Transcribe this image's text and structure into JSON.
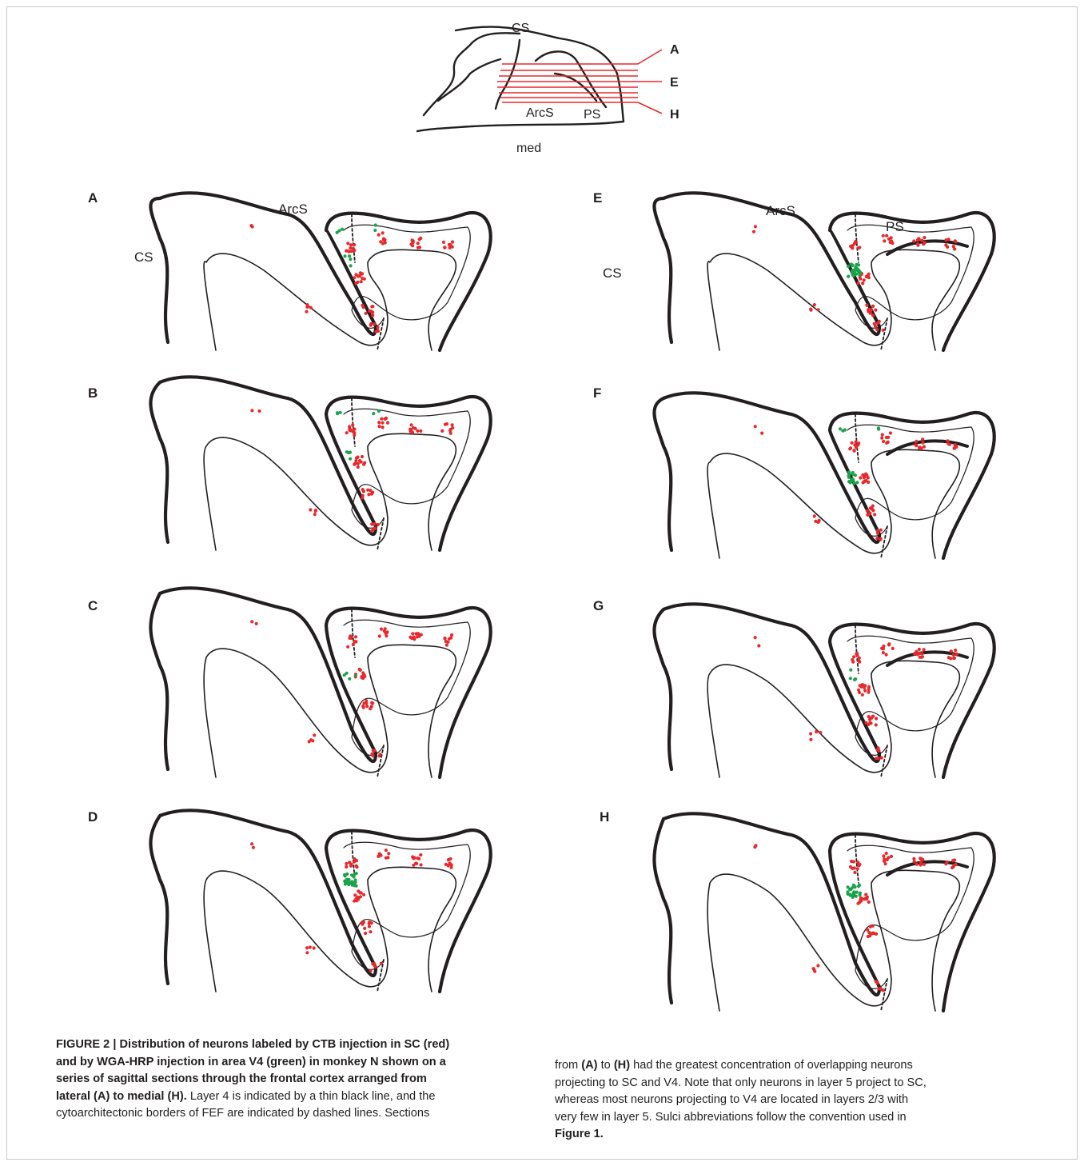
{
  "overview": {
    "labels": {
      "cs": "CS",
      "arcs": "ArcS",
      "ps": "PS",
      "med": "med"
    },
    "section_markers": [
      "A",
      "E",
      "H"
    ]
  },
  "panels": [
    {
      "letter": "A",
      "labels": [
        "ArcS",
        "CS"
      ]
    },
    {
      "letter": "B",
      "labels": []
    },
    {
      "letter": "C",
      "labels": []
    },
    {
      "letter": "D",
      "labels": []
    },
    {
      "letter": "E",
      "labels": [
        "ArcS",
        "PS",
        "CS"
      ]
    },
    {
      "letter": "F",
      "labels": []
    },
    {
      "letter": "G",
      "labels": []
    },
    {
      "letter": "H",
      "labels": []
    }
  ],
  "colors": {
    "sc_label": "#e8282b",
    "v4_label": "#1aa34a",
    "outline": "#231f20",
    "section_line": "#e8282b"
  },
  "caption": {
    "figure_label": "FIGURE 2 |",
    "bold_lines": [
      "Distribution of neurons labeled by CTB injection in SC (red)",
      "and by WGA-HRP injection in area V4 (green) in monkey N shown on a",
      "series of sagittal sections through the frontal cortex arranged from",
      "lateral (A) to medial (H)."
    ],
    "text_line4_rest": "Layer 4 is indicated by a thin black line, and the",
    "text_line5": "cytoarchitectonic borders of FEF are indicated by dashed lines. Sections",
    "right": {
      "from": "from",
      "ref_a": "(A)",
      "to": "to",
      "ref_h": "(H)",
      "line1_rest": "had the greatest concentration of overlapping neurons",
      "line2": "projecting to SC and V4. Note that only neurons in layer 5 project to SC,",
      "line3": "whereas most neurons projecting to V4 are located in layers 2/3 with",
      "line4": "very few in layer 5. Sulci abbreviations follow the convention used in",
      "figure_ref": "Figure 1."
    }
  }
}
